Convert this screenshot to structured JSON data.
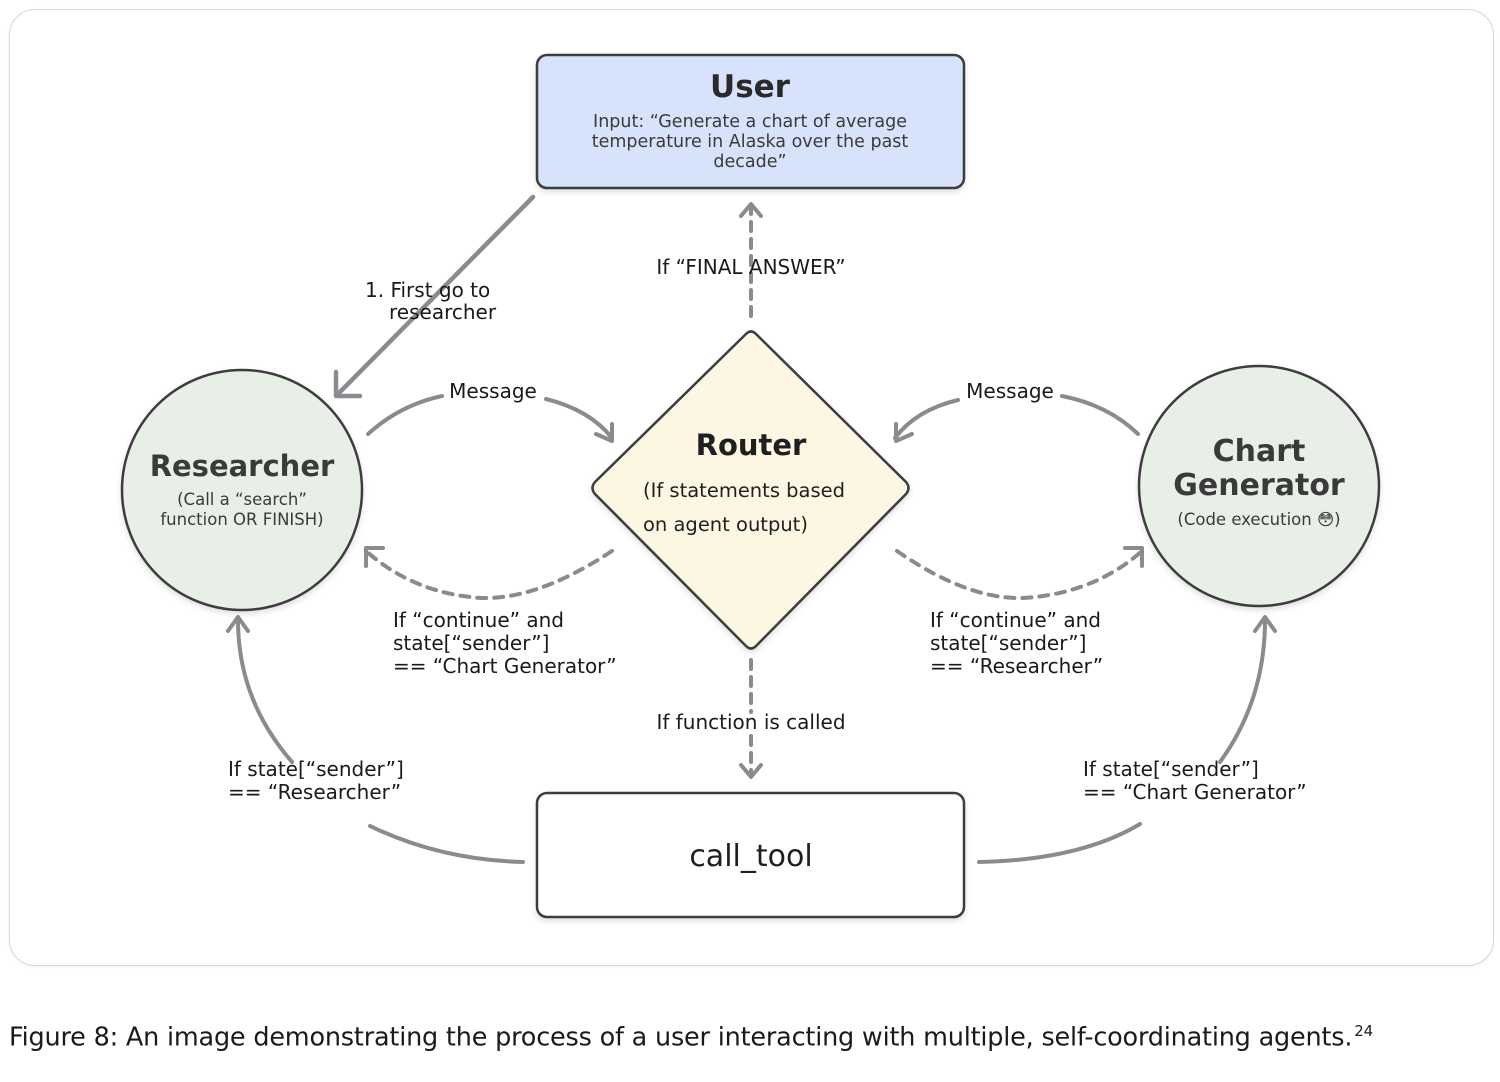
{
  "nodes": {
    "user": {
      "title": "User",
      "lines": [
        "Input: “Generate a chart of average",
        "temperature in Alaska over the past",
        "decade”"
      ]
    },
    "router": {
      "title": "Router",
      "lines": [
        "(If statements based",
        "on agent output)"
      ]
    },
    "researcher": {
      "title": "Researcher",
      "lines": [
        "(Call a “search”",
        "function OR FINISH)"
      ]
    },
    "chart_generator": {
      "title_lines": [
        "Chart",
        "Generator"
      ],
      "sub": "(Code execution 😳)"
    },
    "call_tool": {
      "title": "call_tool"
    }
  },
  "edges": {
    "first_go": [
      "1. First go to",
      "researcher"
    ],
    "final_answer": "If “FINAL ANSWER”",
    "message_left": "Message",
    "message_right": "Message",
    "continue_chart": [
      "If “continue” and",
      "state[“sender”]",
      "== “Chart Generator”"
    ],
    "continue_researcher": [
      "If “continue” and",
      "state[“sender”]",
      "== “Researcher”"
    ],
    "function_called": "If function is called",
    "sender_researcher": [
      "If state[“sender”]",
      "== “Researcher”"
    ],
    "sender_chart": [
      "If state[“sender”]",
      "== “Chart Generator”"
    ]
  },
  "colors": {
    "user_fill": "#d7e3fb",
    "router_fill": "#fdf6e3",
    "agent_fill": "#e8efe6",
    "stroke": "#3c3c3c",
    "arrow": "#8a8a8f"
  },
  "caption": {
    "text": "Figure 8: An image demonstrating the process of a user interacting with multiple, self-coordinating agents.",
    "sup": "24"
  }
}
